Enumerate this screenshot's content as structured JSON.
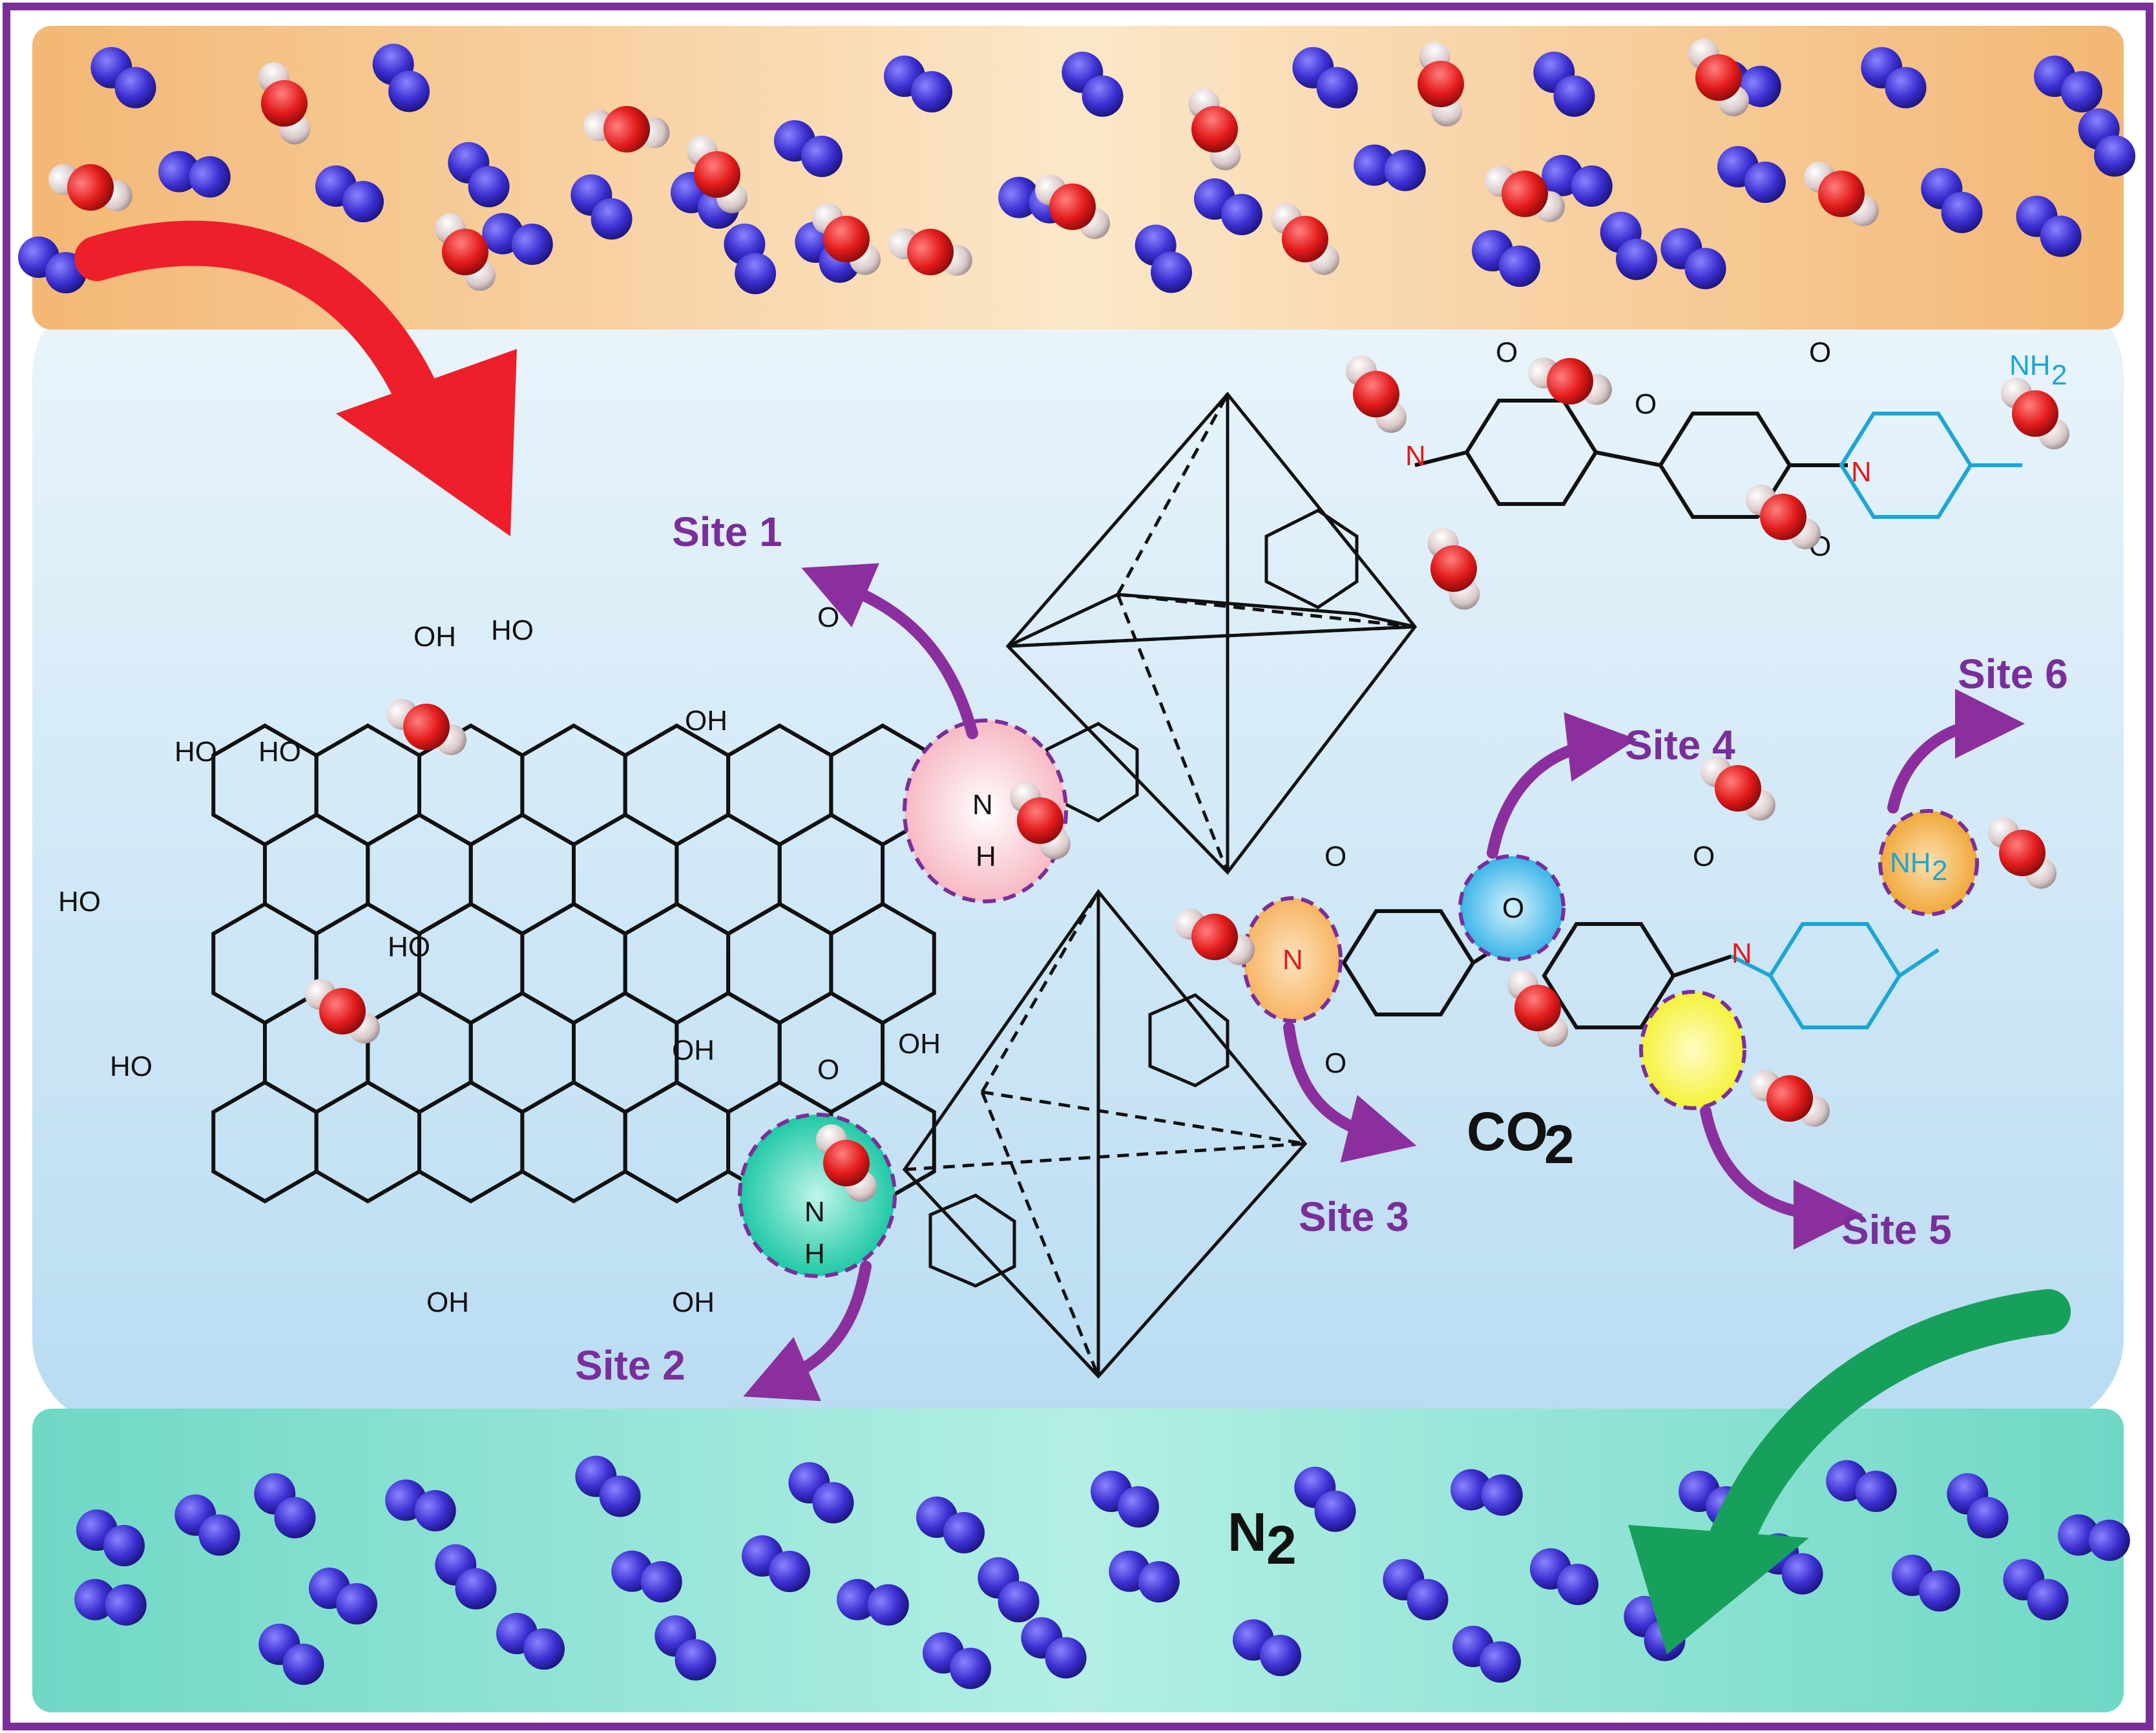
{
  "colors": {
    "frame": "#7a2e9a",
    "feed_band": "#f6c488",
    "membrane_bg": "#cfe6f6",
    "permeate_band": "#8fe0d2",
    "n2_molecule": "#3b2fd0",
    "oxygen": "#e31b1b",
    "hydrogen": "#d9c9c9",
    "site_arrow": "#8b2f9e",
    "feed_arrow": "#ee1f2a",
    "permeate_arrow": "#17a05c",
    "site1": "#f7b9c4",
    "site2": "#1fc9a6",
    "site3": "#f7b463",
    "site4": "#3ab5e8",
    "site5": "#f5f23a",
    "site6": "#f0a83a",
    "amine_group": "#1aa6d6",
    "imide_nitrogen": "#e11b1b"
  },
  "icons": {
    "feed_arrow": "curved-arrow-icon",
    "permeate_arrow": "curved-arrow-icon",
    "n2": "n2-molecule-icon",
    "co2": "co2-molecule-icon"
  },
  "labels": {
    "site1": "Site 1",
    "site2": "Site 2",
    "site3": "Site 3",
    "site4": "Site 4",
    "site5": "Site 5",
    "site6": "Site 6",
    "co2_main": "CO",
    "co2_sub": "2",
    "n2_main": "N",
    "n2_sub": "2"
  },
  "chem": {
    "oh": "OH",
    "ho": "HO",
    "o": "O",
    "n": "N",
    "h": "H",
    "nh": "NH",
    "nh2_main": "NH",
    "nh2_sub": "2"
  }
}
